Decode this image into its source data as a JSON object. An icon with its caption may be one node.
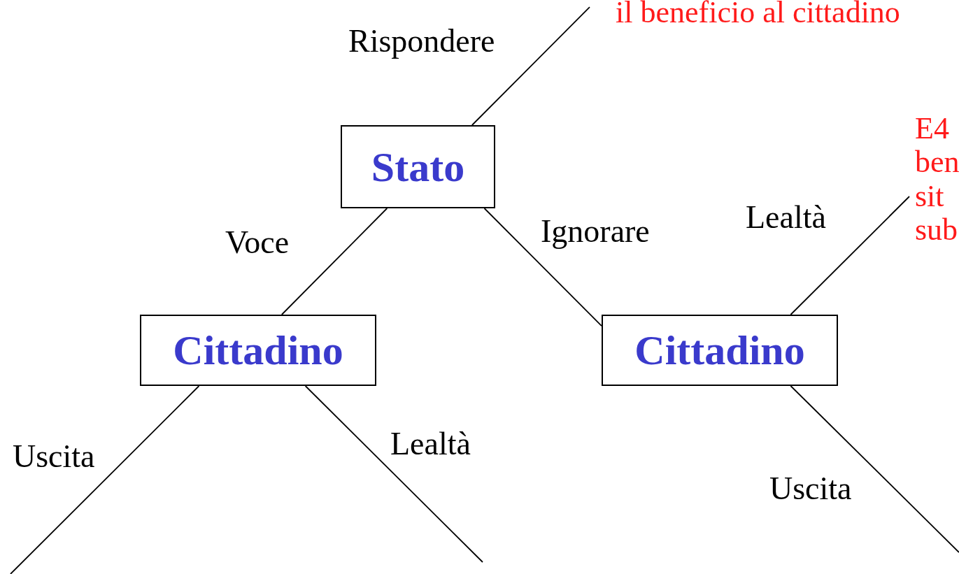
{
  "diagram": {
    "nodes": [
      {
        "text": [
          "Stato"
        ]
      },
      {
        "text": [
          "Cittadino"
        ]
      },
      {
        "text": [
          "Cittadino"
        ]
      },
      {
        "text": [
          "il beneficio al cittadino"
        ]
      },
      {
        "text": [
          "E4 ben sit sub"
        ]
      }
    ],
    "edges": [
      {
        "from": 0,
        "to": 3,
        "arrow": "none",
        "label": "Rispondere"
      },
      {
        "from": 0,
        "to": 1,
        "arrow": "none",
        "label": "Voce"
      },
      {
        "from": 0,
        "to": 2,
        "arrow": "none",
        "label": "Ignorare"
      },
      {
        "from": 1,
        "to": null,
        "arrow": "none",
        "label": "Uscita"
      },
      {
        "from": 1,
        "to": null,
        "arrow": "none",
        "label": "Lealtà"
      },
      {
        "from": 2,
        "to": 4,
        "arrow": "none",
        "label": "Lealtà"
      },
      {
        "from": 2,
        "to": null,
        "arrow": "none",
        "label": "Uscita"
      }
    ]
  }
}
